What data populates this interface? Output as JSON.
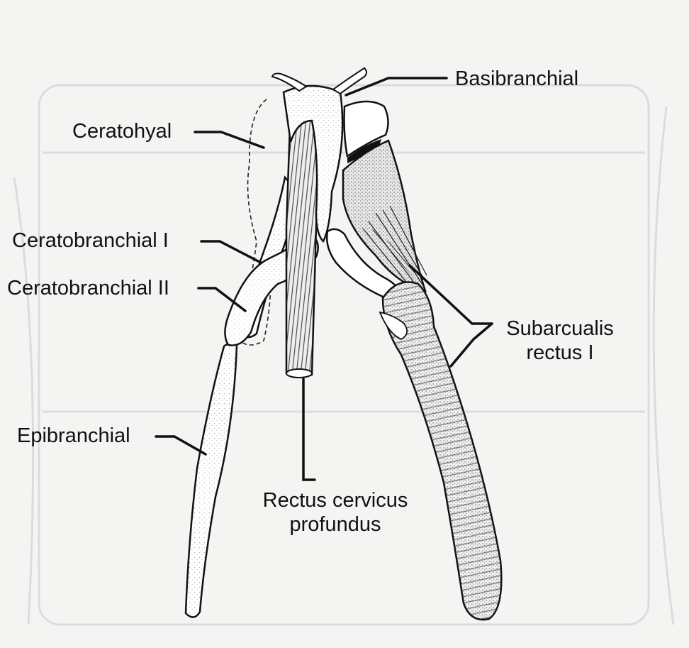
{
  "labels": {
    "basibranchial": "Basibranchial",
    "ceratohyal": "Ceratohyal",
    "ceratobranchial_1": "Ceratobranchial I",
    "ceratobranchial_2": "Ceratobranchial II",
    "subarcualis_line1": "Subarcualis",
    "subarcualis_line2": "rectus I",
    "epibranchial": "Epibranchial",
    "rectus_line1": "Rectus cervicus",
    "rectus_line2": "profundus"
  },
  "colors": {
    "background": "#f4f4f2",
    "ink": "#111111",
    "bone_fill": "#ffffff",
    "muscle_fill": "#e6e6e6",
    "ghost_bleedthrough": "#dedede"
  }
}
